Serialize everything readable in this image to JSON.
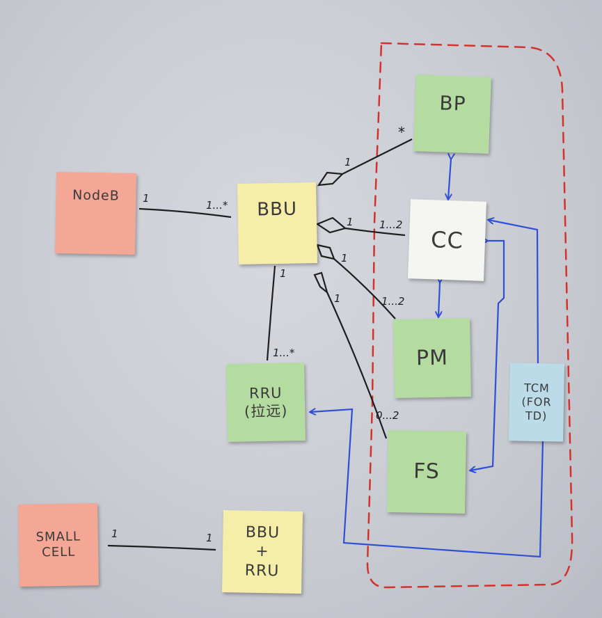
{
  "colors": {
    "board": "#c9ccd3",
    "sticky_pink": "#f4a795",
    "sticky_yellow": "#f6eea8",
    "sticky_green": "#b5dca0",
    "sticky_white": "#f5f5f2",
    "sticky_blue": "#bcdbe8",
    "ink_black": "#1e1e1e",
    "ink_blue": "#2f4fd6",
    "boundary_red": "#d3312c"
  },
  "notes": {
    "nodeb": "NodeB",
    "bbu": "BBU",
    "bp": "BP",
    "cc": "CC",
    "pm": "PM",
    "rru": "RRU\n(拉远)",
    "fs": "FS",
    "tcm": "TCM\n(FOR\nTD)",
    "small_cell": "SMALL\nCELL",
    "bbu_rru": "BBU\n+\nRRU"
  },
  "multiplicities": {
    "nodeb_side": "1",
    "bbu_nodeb_side": "1...*",
    "bbu_bp_side": "1",
    "bp_side": "*",
    "bbu_cc_side": "1",
    "cc_side": "1...2",
    "bbu_pm_side": "1",
    "pm_side": "1...2",
    "bbu_fs_side": "1",
    "fs_side": "0...2",
    "bbu_rru_side": "1",
    "rru_side": "1...*",
    "small_cell_side": "1",
    "bbu_rru_note_side": "1"
  }
}
